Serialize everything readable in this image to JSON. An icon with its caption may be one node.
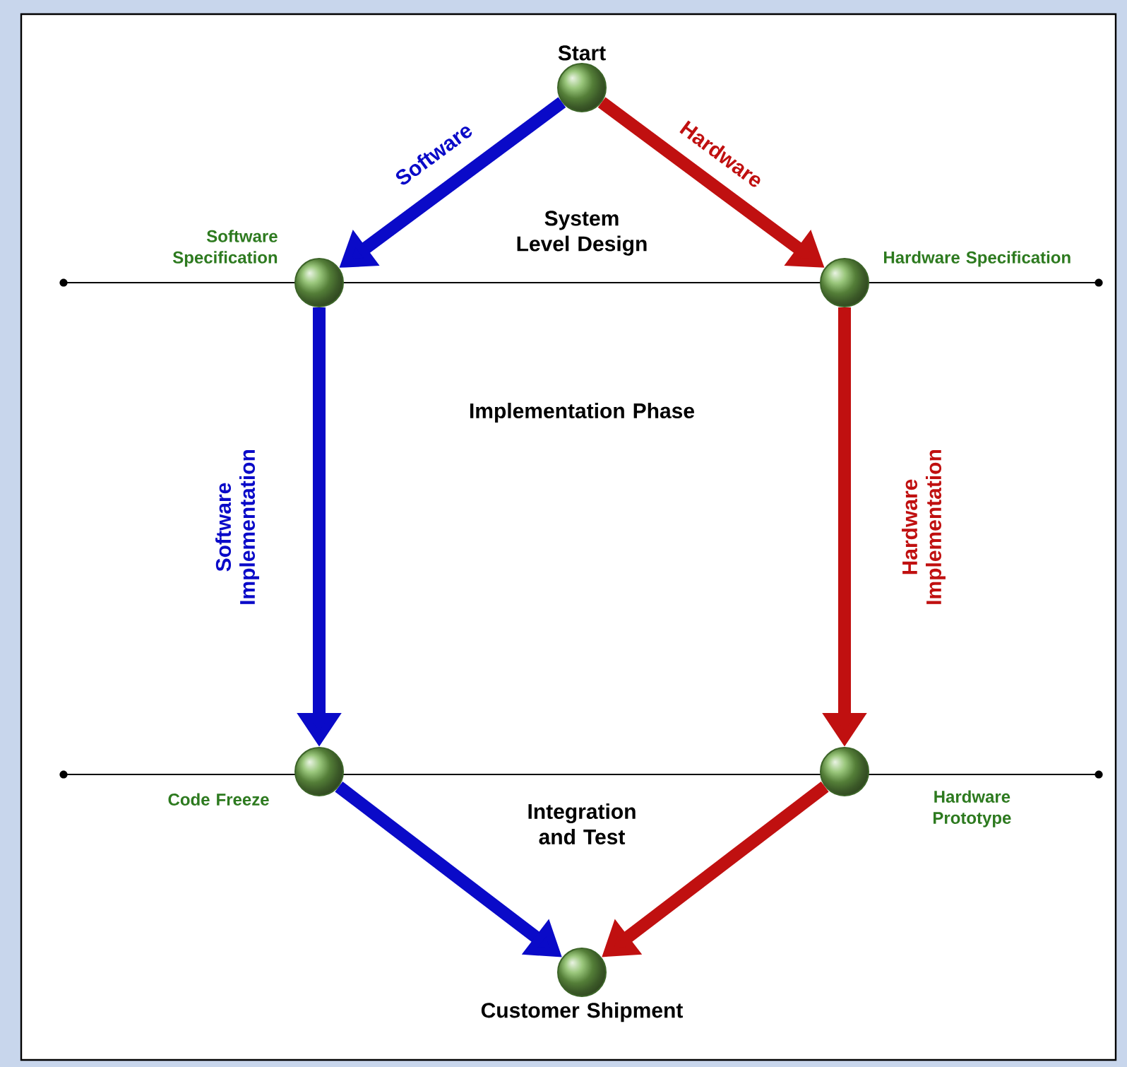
{
  "diagram": {
    "nodes": [
      {
        "text": [
          "Start"
        ]
      },
      {
        "text": [
          "Software Specification"
        ]
      },
      {
        "text": [
          "Hardware Specification"
        ]
      },
      {
        "text": [
          "Code Freeze"
        ]
      },
      {
        "text": [
          "Hardware Prototype"
        ]
      },
      {
        "text": [
          "Customer Shipment"
        ]
      }
    ],
    "edges": [
      {
        "from": 0,
        "to": 1,
        "arrow": "to",
        "label": "Software",
        "color": "#0a0ac8"
      },
      {
        "from": 0,
        "to": 2,
        "arrow": "to",
        "label": "Hardware",
        "color": "#c01010"
      },
      {
        "from": 1,
        "to": 3,
        "arrow": "to",
        "label": "Software Implementation",
        "color": "#0a0ac8"
      },
      {
        "from": 2,
        "to": 4,
        "arrow": "to",
        "label": "Hardware Implementation",
        "color": "#c01010"
      },
      {
        "from": 3,
        "to": 5,
        "arrow": "to",
        "color": "#0a0ac8"
      },
      {
        "from": 4,
        "to": 5,
        "arrow": "to",
        "color": "#c01010"
      }
    ],
    "labels": [
      "System Level Design",
      "Implementation Phase",
      "Integration and Test"
    ]
  }
}
